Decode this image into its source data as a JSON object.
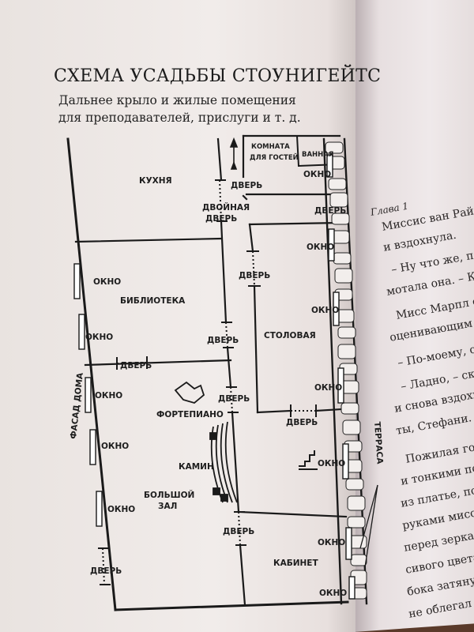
{
  "book": {
    "title": "СХЕМА УСАДЬБЫ СТОУНИГЕЙТС",
    "subtitle_line1": "Дальнее крыло и жилые помещения",
    "subtitle_line2": "для преподавателей, прислуги и т. д."
  },
  "rooms": {
    "kitchen": "КУХНЯ",
    "guest_room_1": "КОМНАТА",
    "guest_room_2": "ДЛЯ ГОСТЕЙ",
    "bathroom": "ВАННАЯ",
    "library": "БИБЛИОТЕКА",
    "dining": "СТОЛОВАЯ",
    "piano": "ФОРТЕПИАНО",
    "fireplace": "КАМИН",
    "hall_1": "БОЛЬШОЙ",
    "hall_2": "ЗАЛ",
    "study": "КАБИНЕТ"
  },
  "labels": {
    "door": "ДВЕРЬ",
    "double_door_1": "ДВОЙНАЯ",
    "double_door_2": "ДВЕРЬ",
    "window": "ОКНО",
    "facade": "ФАСАД ДОМА",
    "terrace": "ТЕРРАСА"
  },
  "next_page": {
    "l1": "Глава 1",
    "l2": "Миссис ван Райдок отступила",
    "l3": "и вздохнула.",
    "l4": "– Ну что же, пожалуй, по",
    "l5": "мотала она. – Как ты счита",
    "l6": "Мисс Марпл окинула т",
    "l7": "оценивающим взглядом.",
    "l8": "– По-моему, очень х",
    "l9": "– Ладно, – сказа",
    "l10": "и снова вздохнула. –",
    "l11": "ты, Стефани.",
    "l12": "Пожилая горни",
    "l13": "и тонкими поджат",
    "l14": "из платье, поднял",
    "l15": "руками миссис в",
    "l16": "перед зеркалом",
    "l17": "сивого цвета",
    "l18": "бока затянут",
    "l19": "не облегал"
  }
}
